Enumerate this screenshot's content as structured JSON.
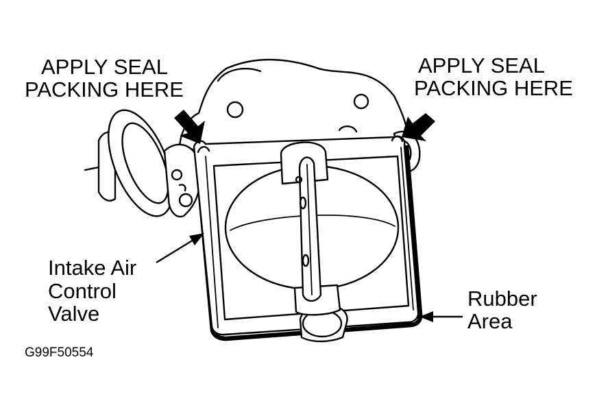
{
  "figure_code": "G99F50554",
  "labels": {
    "seal_left": [
      "APPLY SEAL",
      "PACKING HERE"
    ],
    "seal_right": [
      "APPLY SEAL",
      "PACKING HERE"
    ],
    "intake": [
      "Intake Air",
      "Control",
      "Valve"
    ],
    "rubber": [
      "Rubber",
      "Area"
    ]
  },
  "colors": {
    "ink": "#000000",
    "background": "#ffffff"
  }
}
